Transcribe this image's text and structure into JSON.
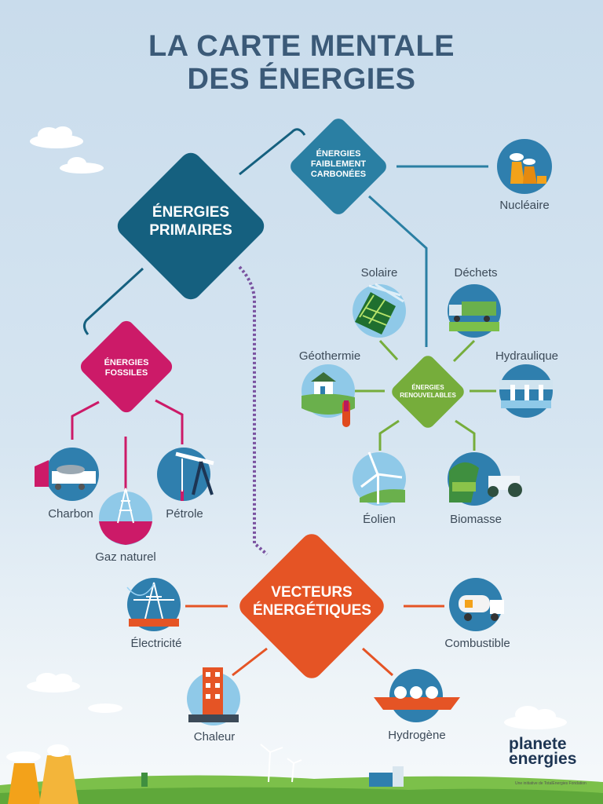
{
  "title": {
    "line1": "LA CARTE MENTALE",
    "line2": "DES ÉNERGIES"
  },
  "nodes": {
    "primaires": {
      "line1": "ÉNERGIES",
      "line2": "PRIMAIRES"
    },
    "faiblement": {
      "line1": "ÉNERGIES",
      "line2": "FAIBLEMENT",
      "line3": "CARBONÉES"
    },
    "fossiles": {
      "line1": "ÉNERGIES",
      "line2": "FOSSILES"
    },
    "renouvelables": {
      "line1": "ÉNERGIES",
      "line2": "RENOUVELABLES"
    },
    "vecteurs": {
      "line1": "VECTEURS",
      "line2": "ÉNERGÉTIQUES"
    }
  },
  "labels": {
    "nucleaire": "Nucléaire",
    "solaire": "Solaire",
    "dechets": "Déchets",
    "geothermie": "Géothermie",
    "hydraulique": "Hydraulique",
    "eolien": "Éolien",
    "biomasse": "Biomasse",
    "charbon": "Charbon",
    "petrole": "Pétrole",
    "gaz": "Gaz naturel",
    "electricite": "Électricité",
    "combustible": "Combustible",
    "chaleur": "Chaleur",
    "hydrogene": "Hydrogène"
  },
  "colors": {
    "title": "#3b5a78",
    "primaires": "#15607f",
    "faiblement": "#2a7fa3",
    "fossiles": "#cc1a68",
    "renouvelables": "#76ad3b",
    "vecteurs": "#e55425"
  },
  "logo": {
    "line1": "planete",
    "line2": "energies",
    "sub": "Une initiative de TotalEnergies Fondation"
  }
}
